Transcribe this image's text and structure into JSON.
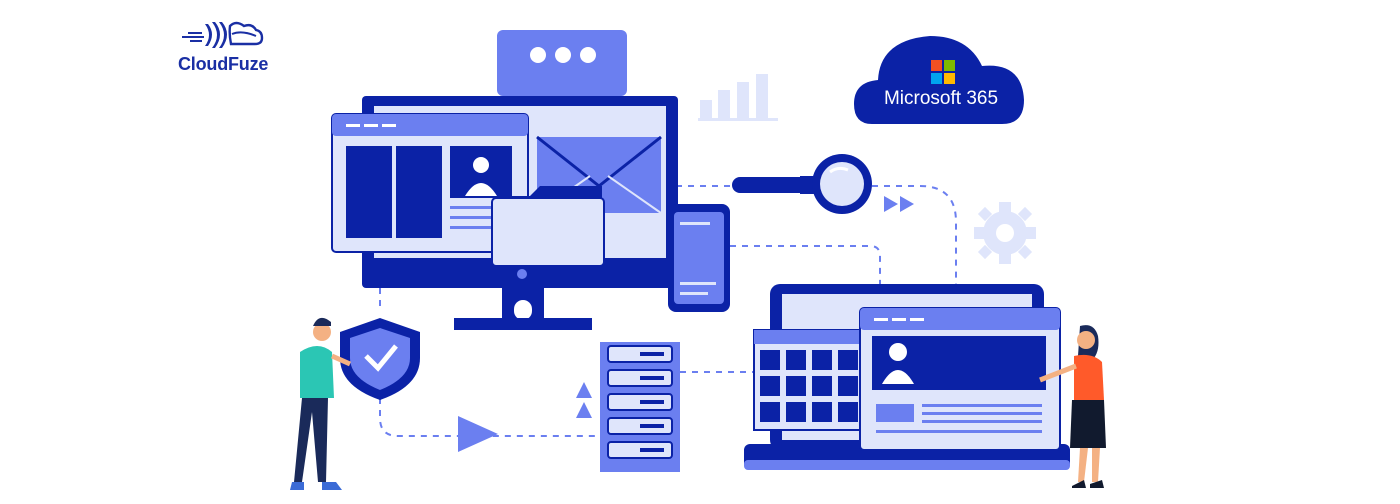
{
  "brand": {
    "name": "CloudFuze",
    "logo_icon": "cloudfuze-logo-icon",
    "color": "#1a2fa4"
  },
  "cloud": {
    "label": "Microsoft 365",
    "icon": "microsoft-windows-logo",
    "fill": "#0b22a6"
  },
  "palette": {
    "primary": "#0b22a6",
    "secondary": "#6b7ff0",
    "light": "#dfe5fb",
    "accent_teal": "#2bc6b4",
    "accent_orange": "#ff5a2a"
  }
}
